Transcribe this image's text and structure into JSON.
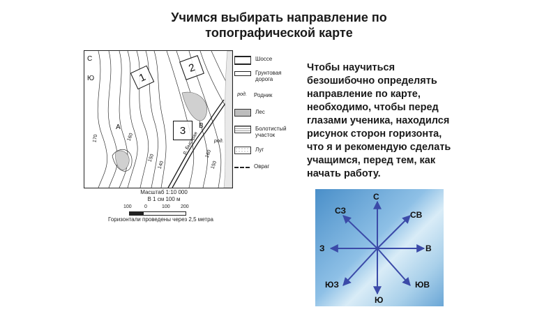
{
  "title": {
    "line1": "Учимся выбирать направление по",
    "line2": "топографической карте"
  },
  "map": {
    "north_marker": "С",
    "south_marker": "Ю",
    "squares": [
      "1",
      "2",
      "3"
    ],
    "point_a": "A",
    "point_b": "B",
    "river_label": "р. Быстрая",
    "spring_label": "род.",
    "contour_labels": [
      "170",
      "160",
      "150",
      "140",
      "160",
      "150"
    ]
  },
  "legend": {
    "items": [
      {
        "label": "Шоссе"
      },
      {
        "label": "Грунтовая дорога"
      },
      {
        "label": "Родник",
        "symbol": "род."
      },
      {
        "label": "Лес"
      },
      {
        "label": "Болотистый участок"
      },
      {
        "label": "Луг"
      },
      {
        "label": "Овраг"
      }
    ]
  },
  "scale": {
    "line1": "Масштаб 1:10 000",
    "line2": "В 1 см 100 м",
    "ticks": [
      "100",
      "0",
      "100",
      "200"
    ],
    "note": "Горизонтали проведены через 2,5 метра"
  },
  "paragraph": {
    "lines": [
      "Чтобы научиться",
      "безошибочно определять",
      "направление по карте,",
      "необходимо, чтобы перед",
      "глазами ученика, находился",
      "рисунок сторон горизонта,",
      "что я и рекомендую сделать",
      "учащимся, перед тем, как",
      "начать работу."
    ]
  },
  "compass": {
    "n": "С",
    "ne": "СВ",
    "e": "В",
    "se": "ЮВ",
    "s": "Ю",
    "sw": "ЮЗ",
    "w": "З",
    "nw": "СЗ",
    "arrow_color": "#3b4aa8"
  }
}
